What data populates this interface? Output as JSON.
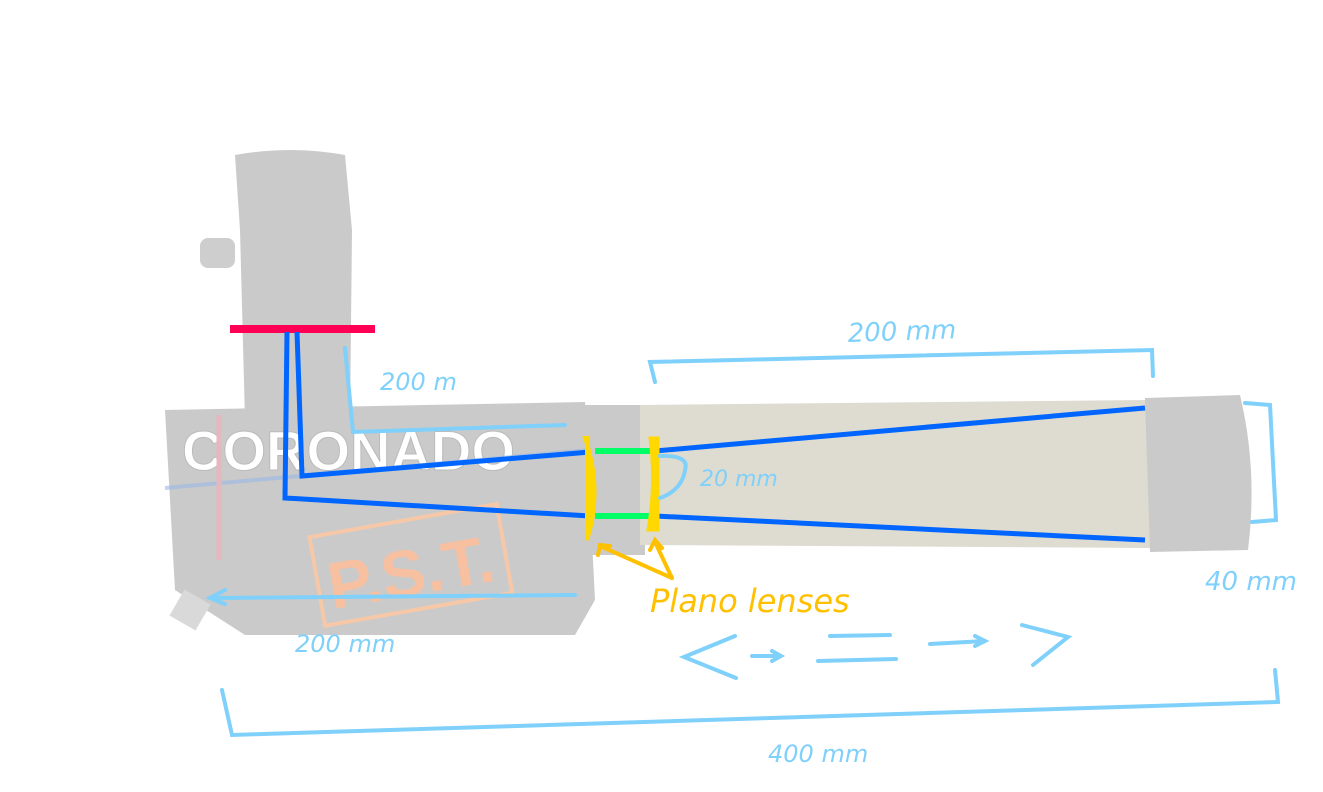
{
  "photo": {
    "logo_text": "CORONADO",
    "badge_text": "P.S.T."
  },
  "annotations": {
    "tube_length": "200 mm",
    "eyepiece_length": "200 m",
    "beam_width": "20 mm",
    "aperture": "40 mm",
    "body_length": "200 mm",
    "lenses_label": "Plano lenses",
    "total_length": "400 mm"
  },
  "colors": {
    "focal_plane": "#ff0055",
    "rays": "#0066ff",
    "dimensions": "#7fd0fa",
    "lenses": "#ffd800",
    "lens_gap": "#00ff66",
    "lens_label": "#ffc000"
  }
}
